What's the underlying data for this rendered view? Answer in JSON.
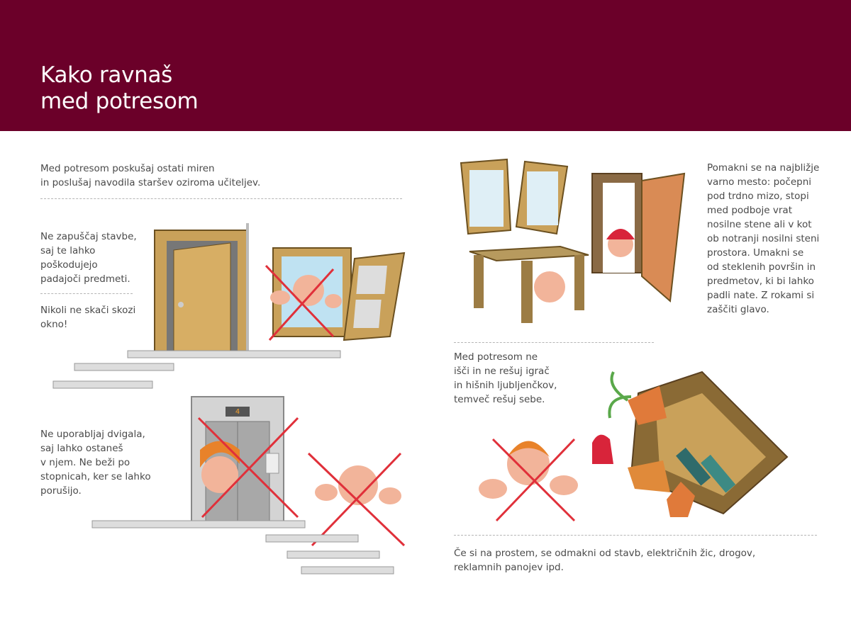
{
  "header": {
    "title_line1": "Kako ravnaš",
    "title_line2": "med potresom",
    "color": "#6b0029"
  },
  "left": {
    "intro": "Med potresom poskušaj ostati miren\nin poslušaj navodila staršev oziroma učiteljev.",
    "tip_building": "Ne zapuščaj stavbe,\nsaj te lahko\npoškodujejo\npadajoči predmeti.",
    "tip_window": "Nikoli ne skači skozi\nokno!",
    "tip_elevator": "Ne uporabljaj dvigala,\nsaj lahko ostaneš\nv njem. Ne beži po\nstopnicah, ker se lahko\nporušijo.",
    "elevator_floor": "4"
  },
  "right": {
    "tip_safe_place": "Pomakni se na najbližje\nvarno mesto: počepni\npod trdno mizo, stopi\nmed podboje vrat\nnosilne stene ali v kot\nob notranji nosilni steni\nprostora. Umakni se\nod steklenih površin in\npredmetov, ki bi lahko\npadli nate. Z rokami si\nzaščiti glavo.",
    "tip_toys": "Med potresom ne\nišči in ne rešuj igrač\nin hišnih ljubljenčkov,\ntemveč rešuj sebe.",
    "tip_outside": "Če si na prostem, se odmakni od stavb, električnih žic, drogov,\nreklamnih panojev ipd."
  },
  "colors": {
    "wood": "#c9a15a",
    "wood_dark": "#8a6a35",
    "cross": "#e0303a",
    "skin": "#f2b49a",
    "hair": "#e8822a"
  }
}
